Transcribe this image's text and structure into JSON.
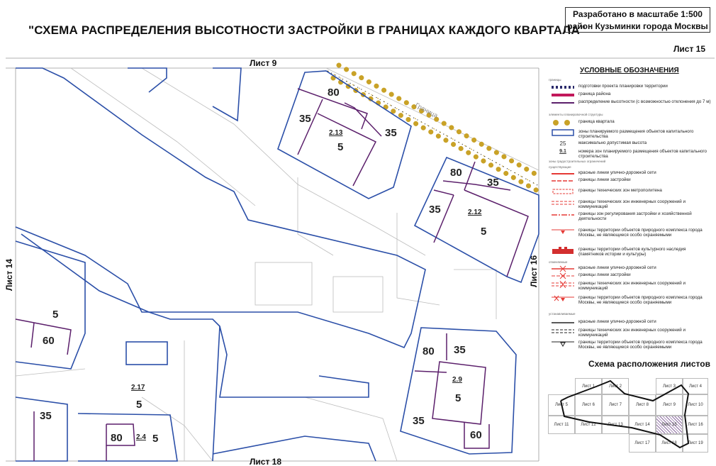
{
  "header": {
    "title": "\"СХЕМА РАСПРЕДЕЛЕНИЯ ВЫСОТНОСТИ ЗАСТРОЙКИ В ГРАНИЦАХ КАЖДОГО КВАРТАЛА\"",
    "stamp_line1": "Разработано в масштабе 1:500",
    "stamp_line2": "район Кузьминки города Москвы",
    "sheet": "Лист 15"
  },
  "map": {
    "sheet_top": "Лист 9",
    "sheet_bottom": "Лист 18",
    "sheet_left": "Лист 14",
    "sheet_right": "Лист 16",
    "blocks": {
      "b213": {
        "id": "2.13",
        "h80": "80",
        "h35a": "35",
        "h35b": "35",
        "h5": "5"
      },
      "b212": {
        "id": "2.12",
        "h80": "80",
        "h35a": "35",
        "h35b": "35",
        "h5": "5"
      },
      "b29": {
        "id": "2.9",
        "h80": "80",
        "h35a": "35",
        "h35b": "35",
        "h5": "5",
        "h60": "60"
      },
      "b217": {
        "id": "2.17",
        "h5": "5"
      },
      "left": {
        "h5": "5",
        "h60": "60"
      },
      "bottomleft": {
        "h35": "35",
        "h80": "80",
        "id": "2.4",
        "h5": "5"
      }
    },
    "rail_label": "Граница"
  },
  "legend": {
    "title": "УСЛОВНЫЕ ОБОЗНАЧЕНИЯ",
    "groups": [
      "границы",
      "элементы планировочной структуры",
      "зоны градостроительных ограничений",
      "существующие",
      "отменяемые",
      "устанавливаемые"
    ],
    "items": [
      {
        "text": "подготовки проекта планировки территории"
      },
      {
        "text": "граница района"
      },
      {
        "text": "распределение высотности (с возможностью отклонения до 7 м)"
      },
      {
        "text": "граница квартала"
      },
      {
        "text": "зоны планируемого размещения объектов капитального строительства"
      },
      {
        "text": "максимально допустимая высота",
        "sym": "25"
      },
      {
        "text": "номера зон планируемого размещения объектов капитального строительства",
        "sym": "9.1"
      },
      {
        "text": "красные линии улично-дорожной сети"
      },
      {
        "text": "границы линии застройки"
      },
      {
        "text": "границы технических зон метрополитена"
      },
      {
        "text": "границы технических зон инженерных сооружений и коммуникаций"
      },
      {
        "text": "границы зон регулирования застройки и хозяйственной деятельности"
      },
      {
        "text": "границы территории объектов природного комплекса города Москвы, не являющиеся особо охраняемыми"
      },
      {
        "text": "границы территории объектов культурного наследия (памятников истории и культуры)"
      },
      {
        "text": "красные линии улично-дорожной сети"
      },
      {
        "text": "границы линии застройки"
      },
      {
        "text": "границы технических зон инженерных сооружений и коммуникаций"
      },
      {
        "text": "границы территории объектов природного комплекса города Москвы, не являющиеся особо охраняемыми"
      },
      {
        "text": "красные линии улично-дорожной сети"
      },
      {
        "text": "границы технических зон инженерных сооружений и коммуникаций"
      },
      {
        "text": "границы территории объектов природного комплекса города Москвы, не являющиеся особо охраняемыми"
      }
    ]
  },
  "scheme": {
    "title": "Схема расположения листов",
    "cells": [
      "Лист 1",
      "Лист 2",
      "Лист 3",
      "Лист 4",
      "Лист 5",
      "Лист 6",
      "Лист 7",
      "Лист 8",
      "Лист 9",
      "Лист 10",
      "Лист 11",
      "Лист 12",
      "Лист 13",
      "Лист 14",
      "Лист 15",
      "Лист 16",
      "Лист 17",
      "Лист 18",
      "Лист 19"
    ],
    "current": "Лист 15"
  },
  "colors": {
    "zone_blue": "#2b4fa8",
    "height_purple": "#5b1f6b",
    "district_red": "#c2185b",
    "quarter_gold": "#c9a227",
    "gray_lines": "#b5b5b5"
  }
}
